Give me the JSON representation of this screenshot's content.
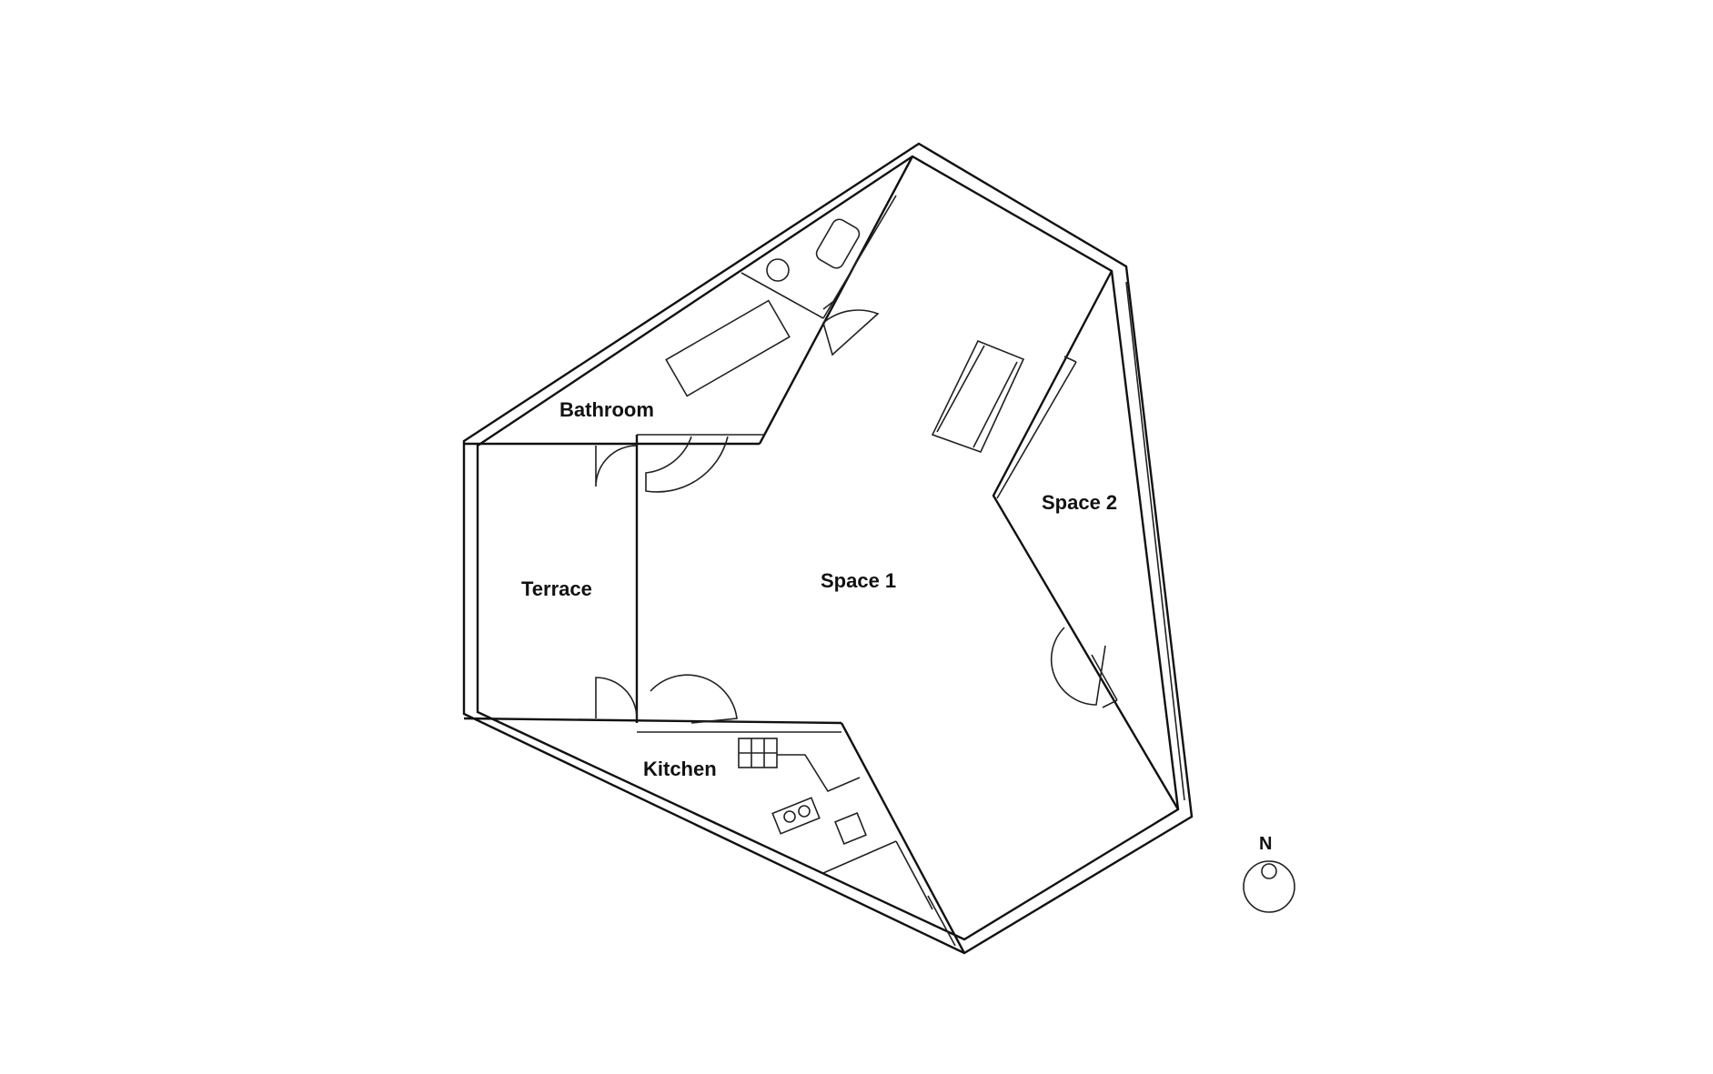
{
  "rooms": {
    "bathroom": "Bathroom",
    "terrace": "Terrace",
    "space1": "Space 1",
    "space2": "Space 2",
    "kitchen": "Kitchen"
  },
  "compass": {
    "label": "N"
  },
  "colors": {
    "line": "#111111",
    "background": "#ffffff"
  }
}
